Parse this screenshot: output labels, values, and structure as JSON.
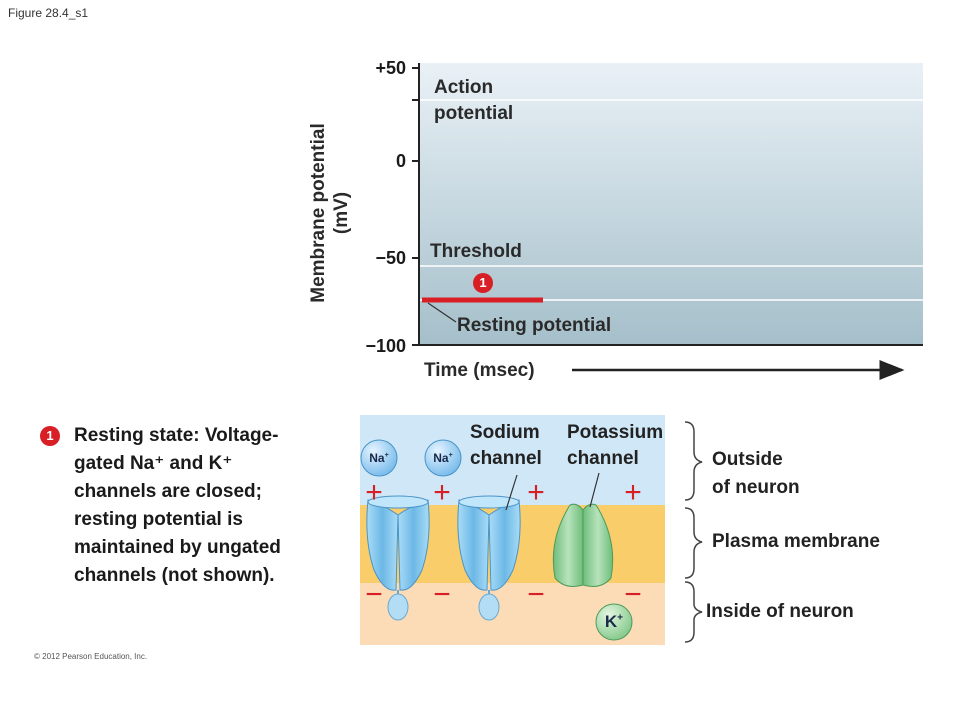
{
  "figure_label": "Figure 28.4_s1",
  "copyright": "© 2012 Pearson Education, Inc.",
  "graph": {
    "y_axis_label_line1": "Membrane potential",
    "y_axis_label_line2": "(mV)",
    "y_ticks": [
      "+50",
      "0",
      "−50",
      "−100"
    ],
    "x_axis_label": "Time (msec)",
    "action_potential_line1": "Action",
    "action_potential_line2": "potential",
    "threshold_label": "Threshold",
    "resting_label": "Resting potential",
    "step_number": "1"
  },
  "description": {
    "step_number": "1",
    "lines": [
      "Resting state: Voltage-",
      "gated Na⁺ and K⁺",
      "channels are closed;",
      "resting potential is",
      "maintained by ungated",
      "channels (not shown)."
    ]
  },
  "membrane": {
    "sodium_channel_line1": "Sodium",
    "sodium_channel_line2": "channel",
    "potassium_channel_line1": "Potassium",
    "potassium_channel_line2": "channel",
    "outside_line1": "Outside",
    "outside_line2": "of neuron",
    "plasma_membrane": "Plasma membrane",
    "inside": "Inside of neuron",
    "na_ion_1": "Na",
    "na_ion_2": "Na",
    "k_ion": "K",
    "ion_charge": "+",
    "plus_sign": "+",
    "minus_sign": "−"
  },
  "colors": {
    "graph_top": "#e8f0f5",
    "graph_bottom": "#a7c0cb",
    "resting_line": "#d81f26",
    "extracellular": "#cfe7f7",
    "membrane": "#f9cd6a",
    "intracellular": "#fbdcb7",
    "sodium_channel": "#7cc0e8",
    "potassium_channel": "#8fce97"
  }
}
